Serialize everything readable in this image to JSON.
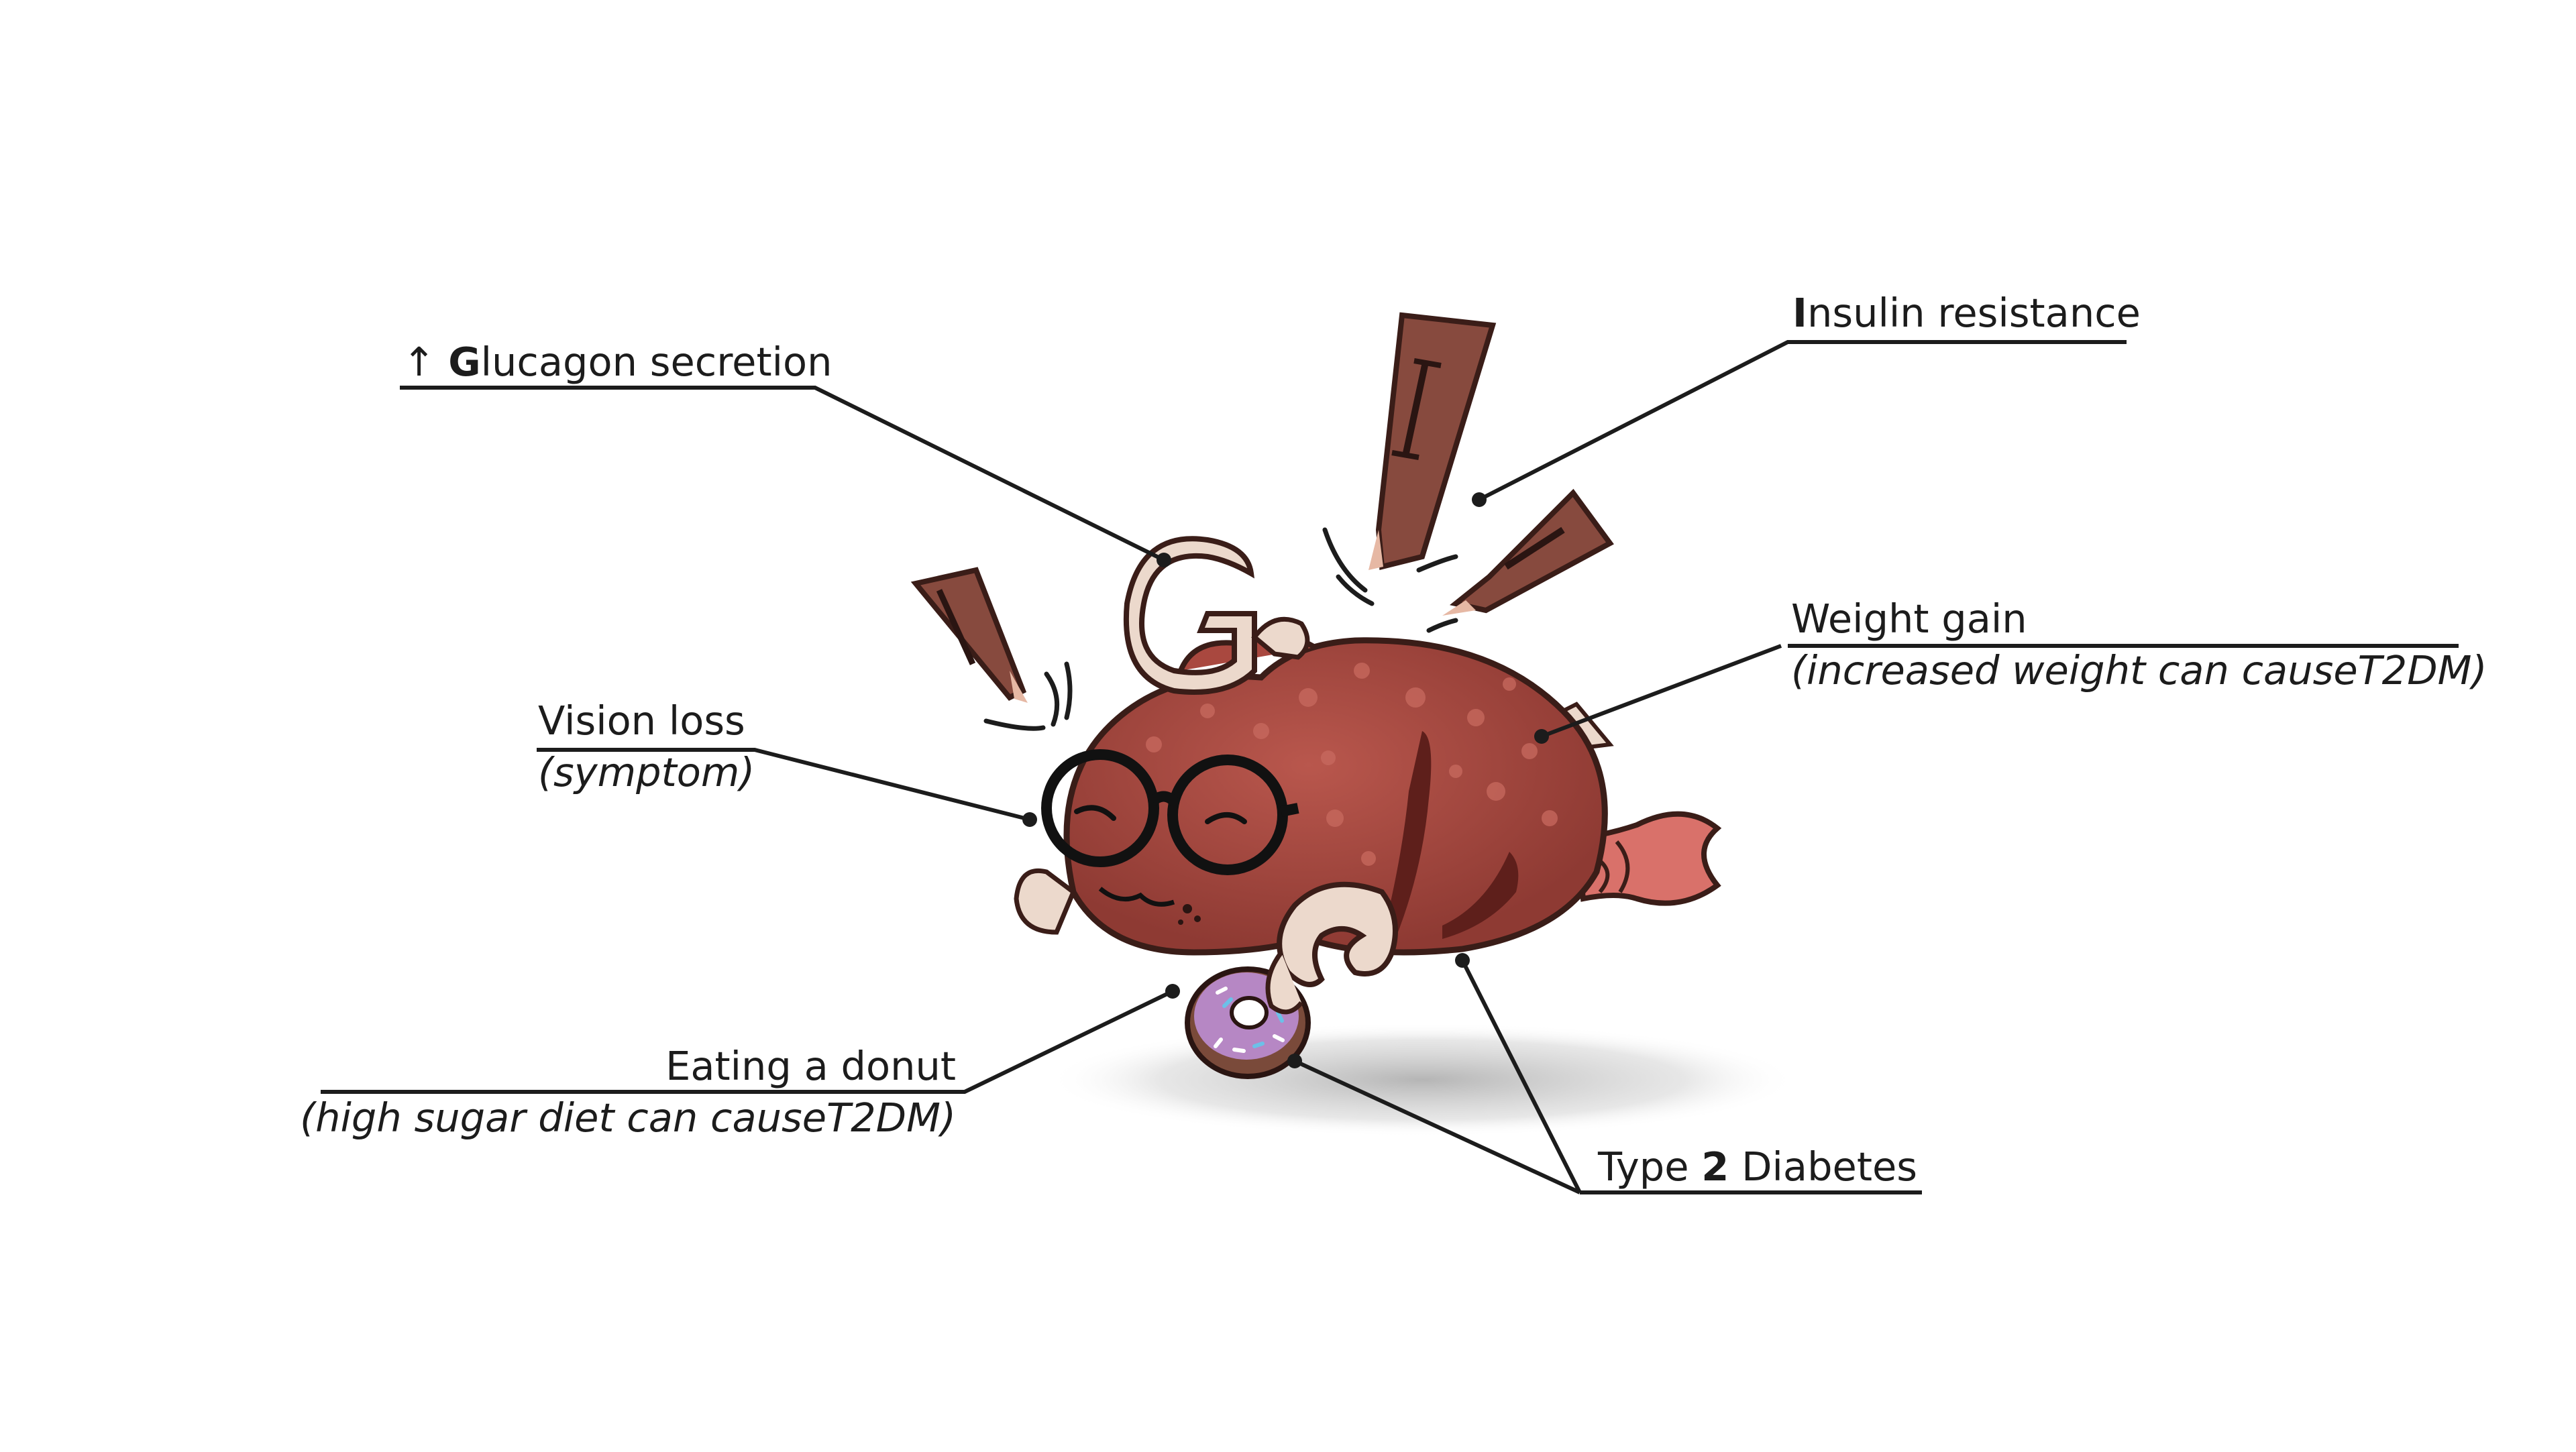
{
  "labels": {
    "glucagon": {
      "arrow": "↑",
      "initial": "G",
      "rest": "lucagon secretion"
    },
    "insulin": {
      "initial": "I",
      "rest": "nsulin resistance"
    },
    "vision": {
      "main": "Vision loss",
      "sub": "(symptom)"
    },
    "weight": {
      "main": "Weight gain",
      "sub": "(increased weight can causeT2DM)"
    },
    "donut": {
      "main": "Eating a donut",
      "sub": "(high sugar diet can causeT2DM)"
    },
    "diabetes": {
      "pre": "Type ",
      "num": "2",
      "post": " Diabetes"
    }
  },
  "colors": {
    "body": "#a9483f",
    "body_dark": "#7e2f2a",
    "bone": "#ecd9cc",
    "fin": "#d9716a",
    "dart": "#874a3e",
    "donut_icing": "#b687c4",
    "donut_dough": "#7a4a3a",
    "line": "#1c1c1c",
    "shadow": "#bdbdbd"
  },
  "icons": [
    "insulin-dart-icon",
    "glucagon-horn-icon",
    "round-glasses-icon",
    "donut-icon",
    "pancreas-character-icon"
  ]
}
